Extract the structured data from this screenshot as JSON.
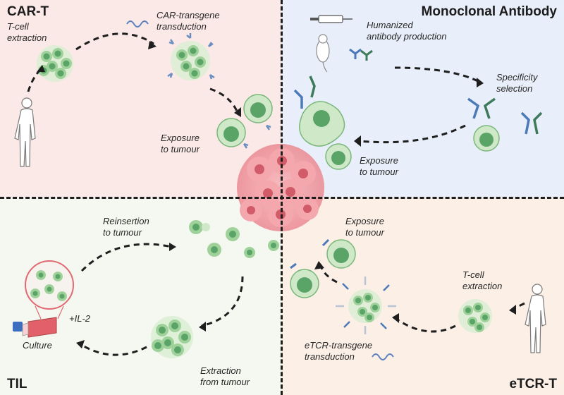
{
  "panels": {
    "car_t": {
      "title": "CAR-T",
      "background": "#fbe9e7",
      "labels": {
        "extraction": "T-cell\nextraction",
        "transduction": "CAR-transgene\ntransduction",
        "exposure": "Exposure\nto tumour"
      }
    },
    "mab": {
      "title": "Monoclonal Antibody",
      "background": "#e8effa",
      "labels": {
        "production": "Humanized\nantibody production",
        "selection": "Specificity\nselection",
        "exposure": "Exposure\nto tumour"
      }
    },
    "til": {
      "title": "TIL",
      "background": "#f5f7f1",
      "labels": {
        "reinsertion": "Reinsertion\nto tumour",
        "il2": "+IL-2",
        "culture": "Culture",
        "extraction": "Extraction\nfrom tumour"
      }
    },
    "etcr": {
      "title": "eTCR-T",
      "background": "#fcefe6",
      "labels": {
        "exposure": "Exposure\nto tumour",
        "extraction": "T-cell\nextraction",
        "transduction": "eTCR-transgene\ntransduction"
      }
    }
  },
  "colors": {
    "tcell_fill": "#cfe8c8",
    "tcell_nucleus": "#5aa468",
    "tumour": "#f0a3a8",
    "tumour_nucleus": "#d15b69",
    "antibody_blue": "#4c7ab8",
    "antibody_green": "#3d7a5a",
    "arrow": "#1e1e1e",
    "flask_cap": "#3e6ec0",
    "flask_medium": "#e2606a"
  },
  "icons": [
    "human-silhouette-icon",
    "mouse-icon",
    "syringe-icon",
    "dna-strand-icon",
    "culture-flask-icon",
    "magnifier-icon"
  ]
}
